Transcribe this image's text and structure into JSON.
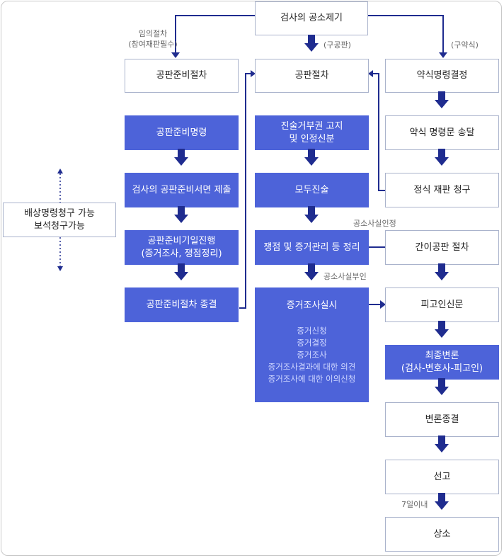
{
  "top_box": "검사의 공소제기",
  "left_branch_note": "임의절차\n(참여재판필수)",
  "center_branch_note": "(구공판)",
  "right_branch_note": "(구약식)",
  "left_column": {
    "header": "공판준비절차",
    "steps": [
      "공판준비명령",
      "검사의 공판준비서면 제출",
      "공판준비기일진행\n(증거조사, 쟁점정리)",
      "공판준비절차 종결"
    ]
  },
  "center_column": {
    "header": "공판절차",
    "steps": [
      "진술거부권 고지\n및 인정신분",
      "모두진술",
      "쟁점 및 증거관리 등 정리"
    ],
    "evidence_box": {
      "title": "증거조사실시",
      "items": "증거신청\n증거결정\n증거조사\n증거조사결과에 대한 의견\n증거조사에 대한 이의신청"
    }
  },
  "right_column": {
    "header": "약식명령결정",
    "steps": [
      "약식 명령문 송달",
      "정식 재판 청구"
    ],
    "trial_steps": [
      "간이공판 절차",
      "피고인신문",
      "최종변론\n(검사-변호사-피고인)",
      "변론종결",
      "선고",
      "상소"
    ]
  },
  "confession_note": "공소사실인정",
  "denial_note": "공소사실부인",
  "deadline_note": "7일이내",
  "side_box": "배상명령청구 가능\n보석청구가능",
  "colors": {
    "navy": "#1f2c8f",
    "filled": "#4d63d9",
    "outline": "#aab3cc"
  }
}
